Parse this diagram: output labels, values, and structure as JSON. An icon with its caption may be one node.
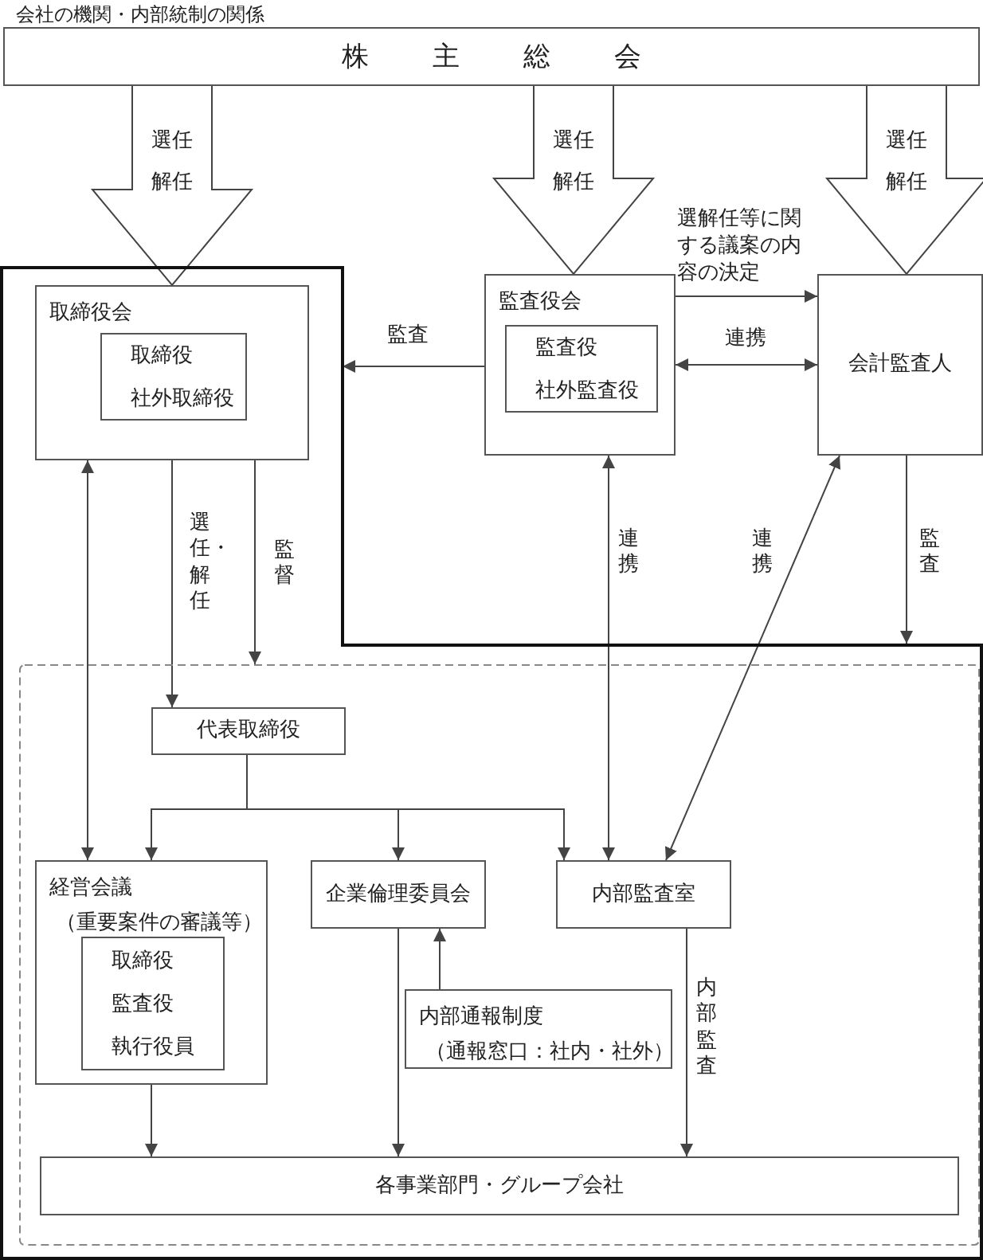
{
  "diagram": {
    "title": "会社の機関・内部統制の関係",
    "nodes": [
      {
        "text": [
          "株主総会"
        ]
      },
      {
        "text": [],
        "shape": "box"
      },
      {
        "text": [
          "取締役会"
        ],
        "in": 1
      },
      {
        "text": [
          "取締役",
          "社外取締役"
        ],
        "in": 2
      },
      {
        "text": [
          "監査役会"
        ]
      },
      {
        "text": [
          "監査役",
          "社外監査役"
        ],
        "in": 4
      },
      {
        "text": [
          "会計監査人"
        ]
      },
      {
        "text": [],
        "shape": "box",
        "in": 1
      },
      {
        "text": [
          "代表取締役"
        ],
        "in": 7
      },
      {
        "text": [
          "経営会議",
          "（重要案件の審議等）"
        ],
        "in": 7
      },
      {
        "text": [
          "取締役",
          "監査役",
          "執行役員"
        ],
        "in": 9
      },
      {
        "text": [
          "企業倫理委員会"
        ],
        "in": 7
      },
      {
        "text": [
          "内部監査室"
        ],
        "in": 7
      },
      {
        "text": [
          "内部通報制度",
          "（通報窓口：社内・社外）"
        ],
        "in": 7
      },
      {
        "text": [
          "各事業部門・グループ会社"
        ],
        "in": 7
      }
    ],
    "edges": [
      {
        "from": 0,
        "to": 2,
        "arrow": "to",
        "label": "選任解任",
        "style": "thick"
      },
      {
        "from": 0,
        "to": 4,
        "arrow": "to",
        "label": "選任解任",
        "style": "thick"
      },
      {
        "from": 0,
        "to": 6,
        "arrow": "to",
        "label": "選任解任",
        "style": "thick"
      },
      {
        "from": 4,
        "to": 6,
        "arrow": "to",
        "label": "選解任等に関する議案の内容の決定"
      },
      {
        "from": 4,
        "to": 1,
        "arrow": "to",
        "label": "監査"
      },
      {
        "from": 4,
        "to": 6,
        "arrow": "both",
        "label": "連携"
      },
      {
        "from": 2,
        "to": 9,
        "arrow": "both"
      },
      {
        "from": 2,
        "to": 8,
        "arrow": "to",
        "label": "選任・解任"
      },
      {
        "from": 2,
        "to": 7,
        "arrow": "to",
        "label": "監督"
      },
      {
        "from": 4,
        "to": 12,
        "arrow": "both",
        "label": "連携"
      },
      {
        "from": 6,
        "to": 12,
        "arrow": "both",
        "label": "連携"
      },
      {
        "from": 6,
        "to": 1,
        "arrow": "to",
        "label": "監査"
      },
      {
        "from": 8,
        "to": 9,
        "arrow": "to"
      },
      {
        "from": 8,
        "to": 11,
        "arrow": "to"
      },
      {
        "from": 8,
        "to": 12,
        "arrow": "to"
      },
      {
        "from": 13,
        "to": 11,
        "arrow": "to"
      },
      {
        "from": 9,
        "to": 14,
        "arrow": "to"
      },
      {
        "from": 11,
        "to": 14,
        "arrow": "to"
      },
      {
        "from": 12,
        "to": 14,
        "arrow": "to",
        "label": "内部監査"
      }
    ]
  }
}
